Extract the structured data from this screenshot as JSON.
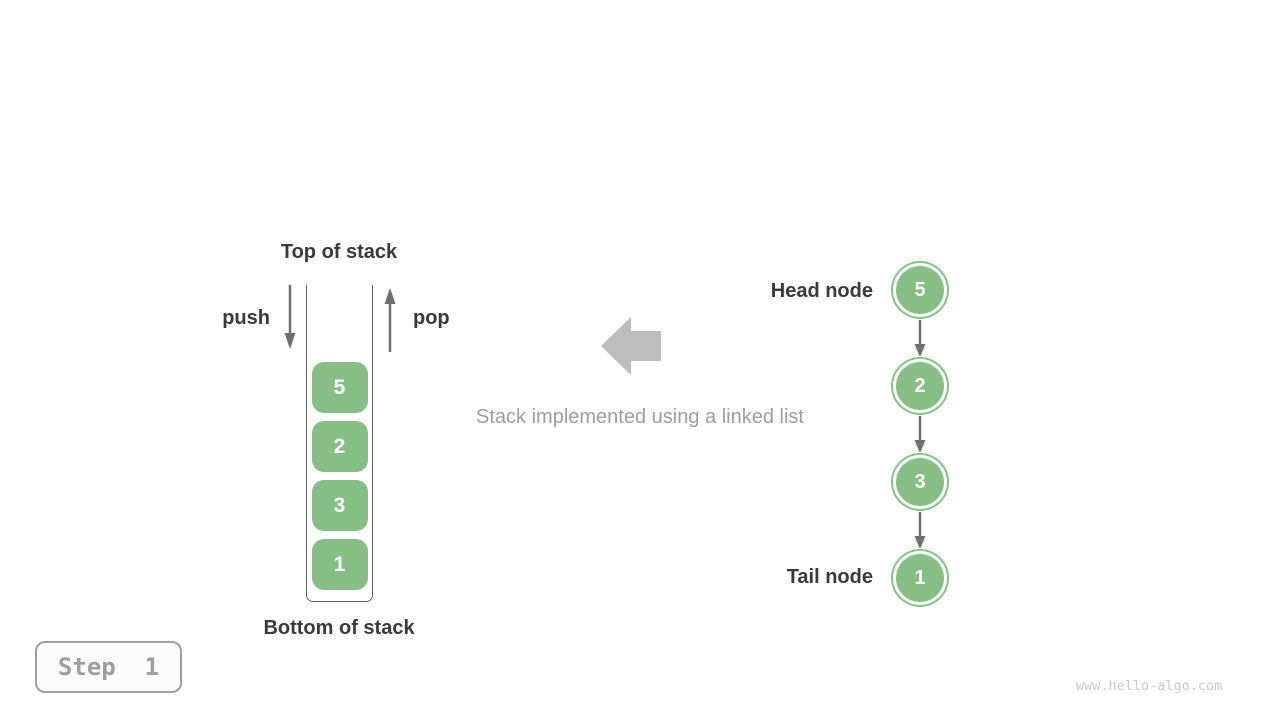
{
  "stack": {
    "top_label": "Top of stack",
    "bottom_label": "Bottom of stack",
    "push_label": "push",
    "pop_label": "pop",
    "items": [
      "5",
      "2",
      "3",
      "1"
    ]
  },
  "caption": "Stack implemented using a linked list",
  "linked_list": {
    "head_label": "Head node",
    "tail_label": "Tail node",
    "nodes": [
      "5",
      "2",
      "3",
      "1"
    ]
  },
  "step_badge": "Step  1",
  "watermark": "www.hello-algo.com",
  "colors": {
    "node_green": "#86be86",
    "outline_gray": "#5f5f5f",
    "arrow_gray": "#6e6e6e",
    "big_arrow_gray": "#bdbdbd",
    "caption_gray": "#9e9e9e",
    "dark_text": "#3a3a3a"
  }
}
